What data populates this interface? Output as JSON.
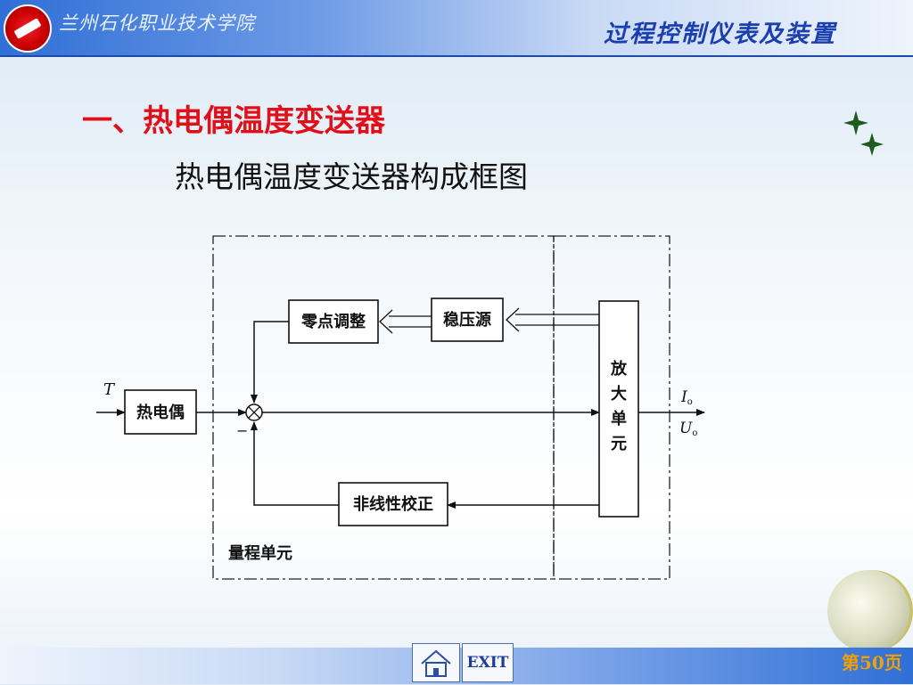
{
  "header": {
    "school_name": "兰州石化职业技术学院",
    "course_title": "过程控制仪表及装置"
  },
  "slide": {
    "heading": "一、热电偶温度变送器",
    "subheading": "热电偶温度变送器构成框图"
  },
  "diagram": {
    "input_label": "T",
    "thermocouple": "热电偶",
    "zero_adjust": "零点调整",
    "regulated_supply": "稳压源",
    "nonlinear_correction": "非线性校正",
    "amplifier": [
      "放",
      "大",
      "单",
      "元"
    ],
    "range_unit": "量程单元",
    "output_current": "I",
    "output_voltage": "U",
    "output_sub": "o",
    "minus_sign": "−"
  },
  "nav": {
    "exit_label": "EXIT"
  },
  "footer": {
    "page_label": "第50页"
  }
}
